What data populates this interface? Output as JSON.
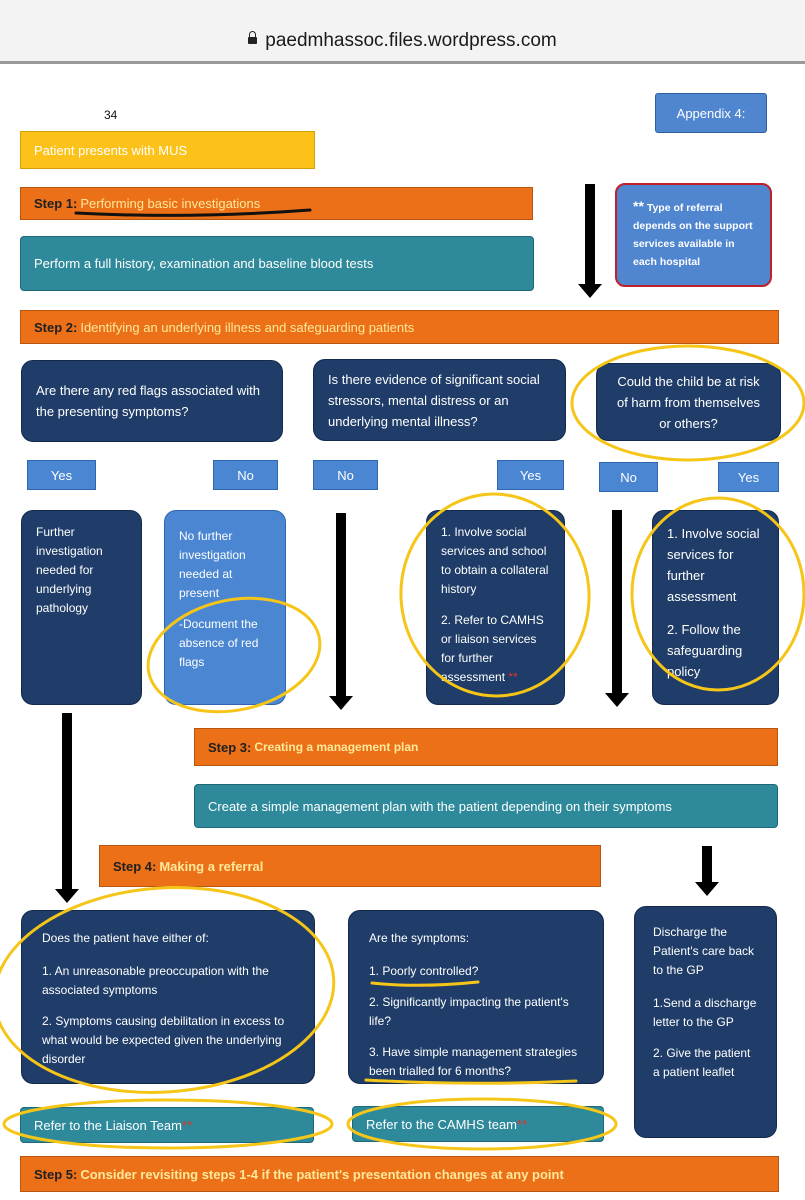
{
  "browser": {
    "url": "paedmhassoc.files.wordpress.com"
  },
  "page": {
    "number": "34",
    "appendix": "Appendix 4:"
  },
  "note": {
    "stars": "**",
    "text": "Type of referral depends on the support services available in each hospital"
  },
  "start": {
    "label": "Patient presents with MUS"
  },
  "step1": {
    "num": "Step 1:",
    "title": "Performing basic investigations",
    "body": "Perform a full history, examination and baseline blood tests"
  },
  "step2": {
    "num": "Step 2:",
    "title": "Identifying an underlying illness and safeguarding patients",
    "questions": [
      "Are there any red flags associated with the presenting symptoms?",
      "Is there evidence of significant social stressors, mental distress or an underlying mental illness?",
      "Could the child be at risk of harm from themselves or others?"
    ],
    "answers": {
      "yes": "Yes",
      "no": "No"
    },
    "outcomes": {
      "further": "Further investigation needed for underlying pathology",
      "no_further": "No further investigation needed at present",
      "document": "-Document the absence of red flags",
      "social1": "1. Involve social services and school to obtain a collateral history",
      "social2": "2. Refer to CAMHS or liaison services for further assessment",
      "safe1": "1. Involve social services for further assessment",
      "safe2": "2. Follow the safeguarding policy"
    },
    "stars": "**"
  },
  "step3": {
    "num": "Step 3:",
    "title": "Creating a management plan",
    "body": "Create a simple management plan with the patient depending on their symptoms"
  },
  "step4": {
    "num": "Step 4:",
    "title": "Making a referral",
    "liaison_q": {
      "intro": "Does the patient have either of:",
      "item1": "1. An unreasonable preoccupation with the associated symptoms",
      "item2": "2. Symptoms causing debilitation in excess to what would be expected given the underlying disorder"
    },
    "camhs_q": {
      "intro": "Are the symptoms:",
      "item1": "1. Poorly controlled?",
      "item2": "2. Significantly impacting the patient's life?",
      "item3": "3. Have simple management strategies been trialled for 6 months?"
    },
    "discharge": {
      "intro": "Discharge the Patient's care back to the GP",
      "item1": "1.Send a discharge letter to the GP",
      "item2": "2. Give the patient a patient leaflet"
    },
    "refer_liaison": "Refer to the Liaison Team",
    "refer_camhs": "Refer to the CAMHS team",
    "stars": "**"
  },
  "step5": {
    "num": "Step 5:",
    "title": "Consider revisiting steps 1-4 if the patient's presentation changes at any point"
  },
  "colors": {
    "orange": "#ec7018",
    "teal": "#2e8a9b",
    "navy": "#1f3d68",
    "light_blue": "#4a86d1",
    "note_border": "#c0202a",
    "annotation": "#f5c518"
  }
}
